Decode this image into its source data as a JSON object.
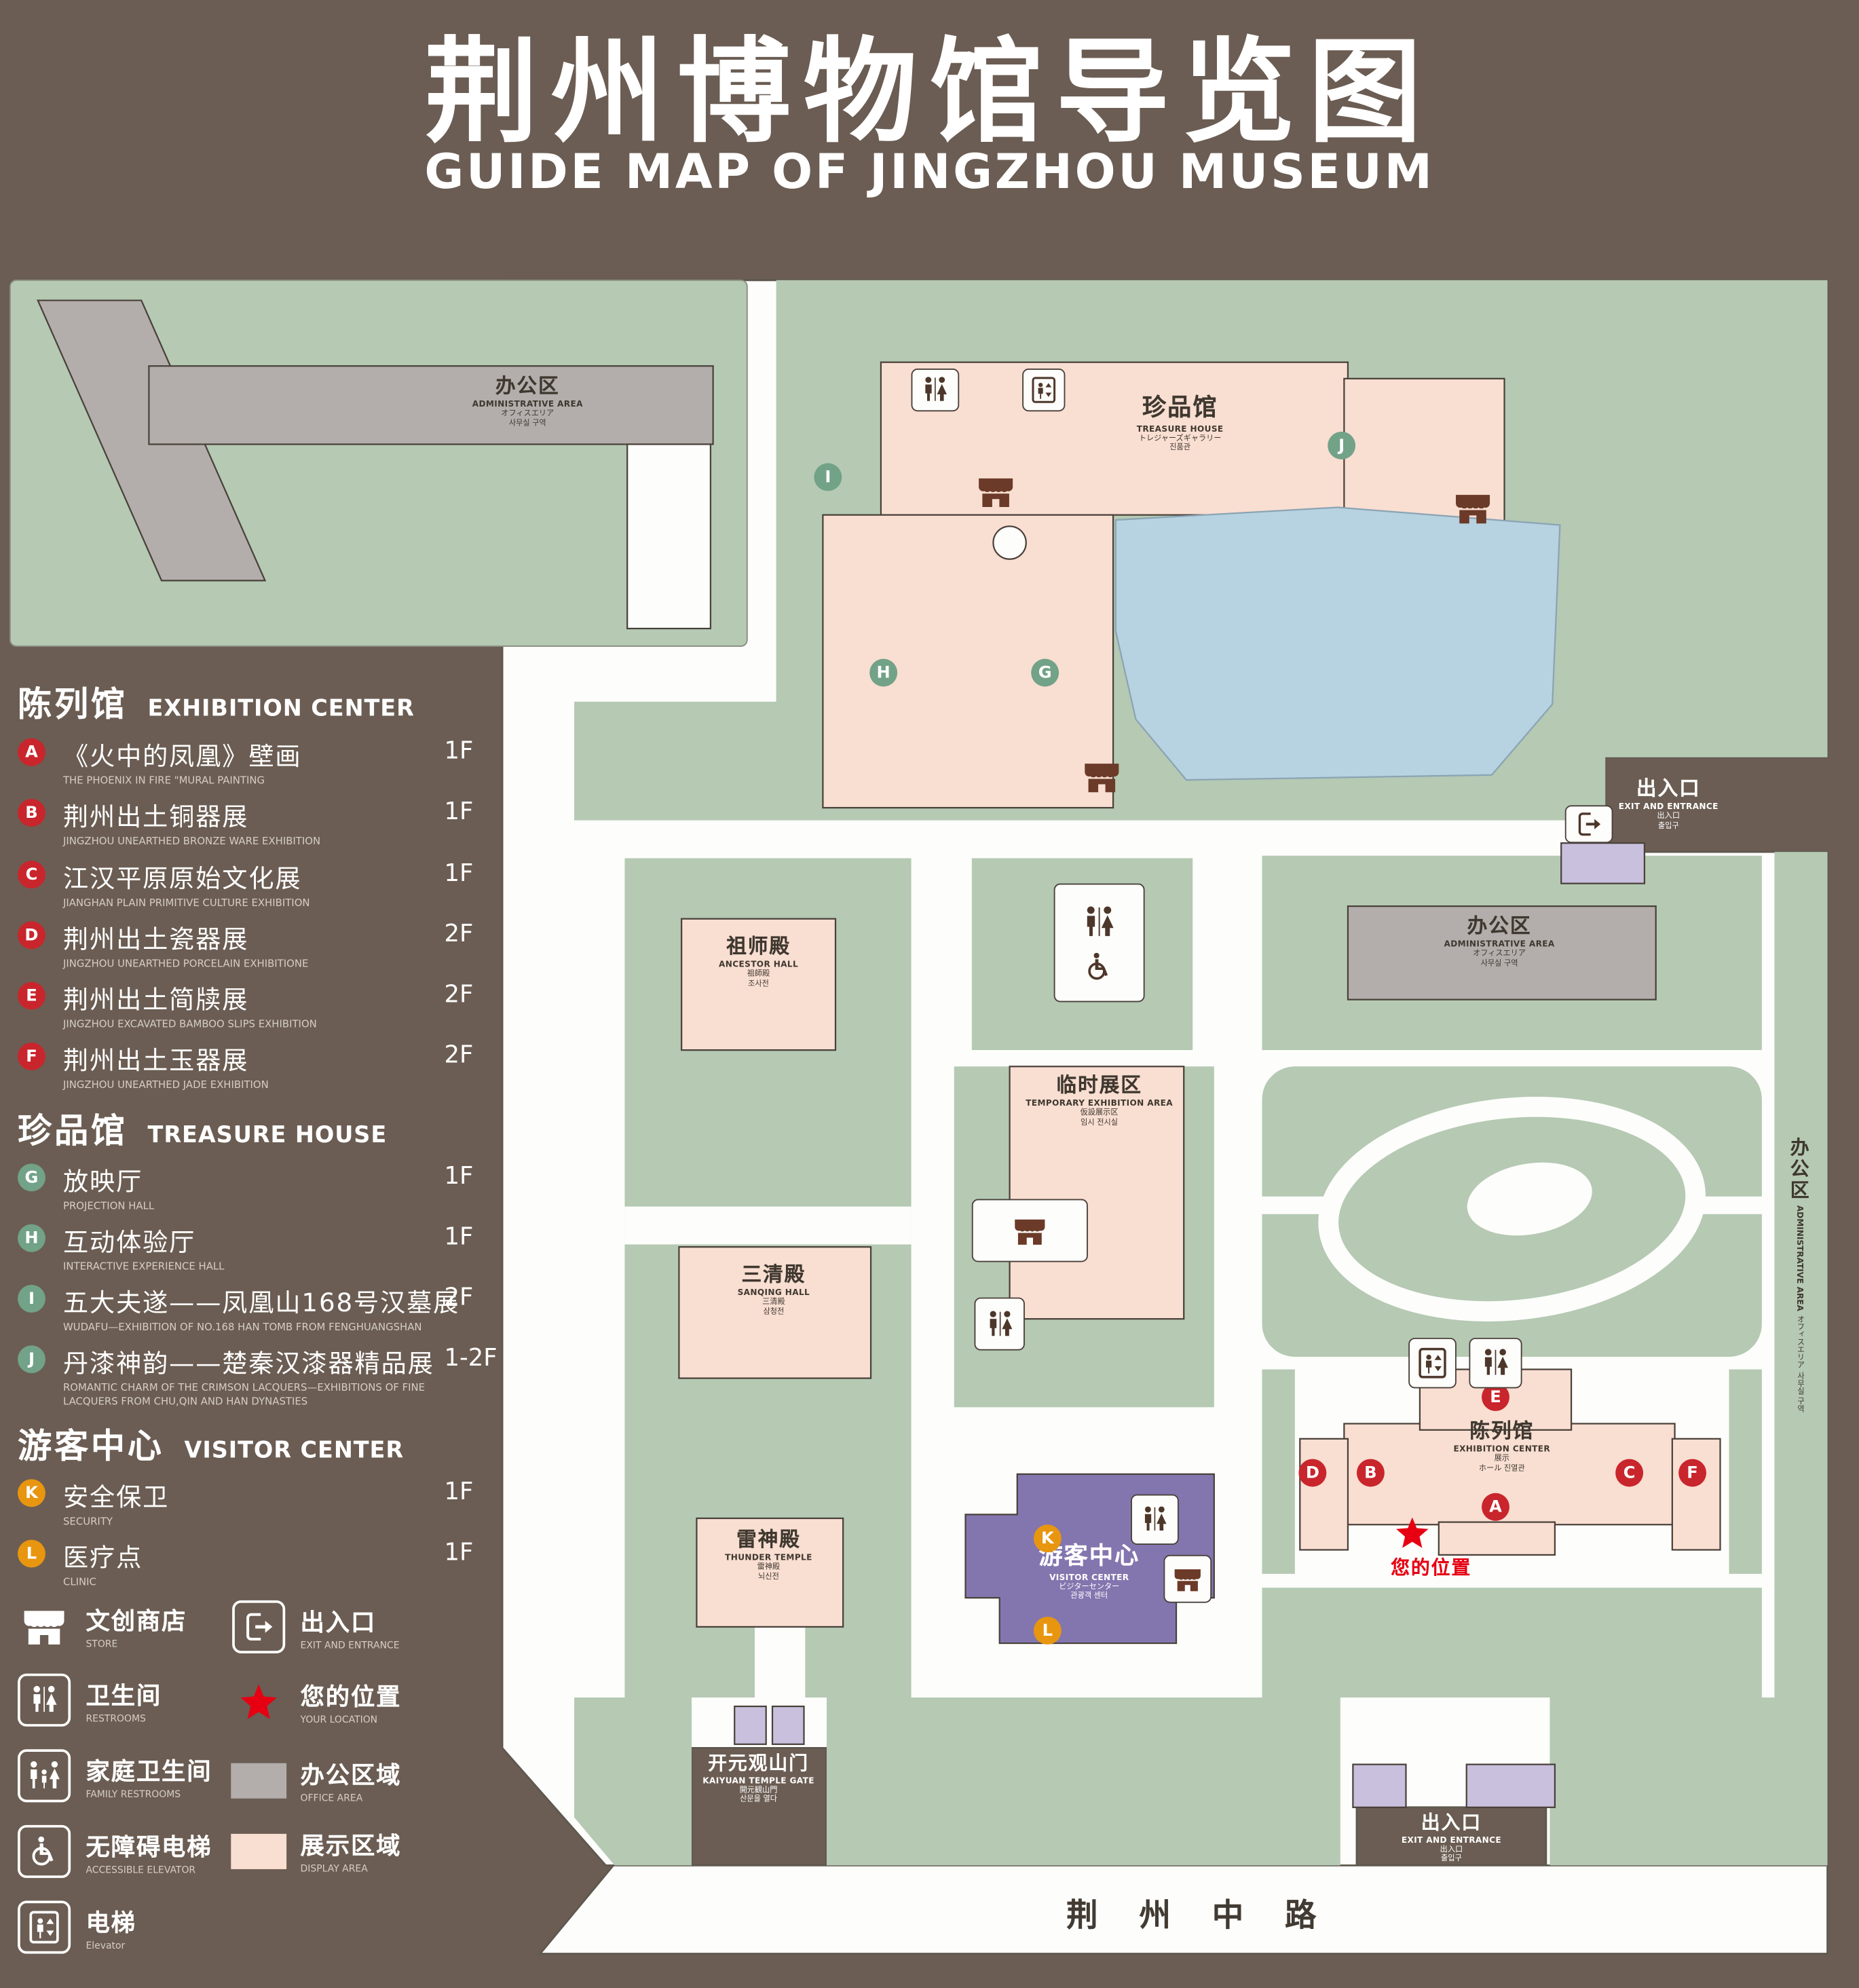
{
  "title": {
    "zh": "荆州博物馆导览图",
    "en": "GUIDE MAP OF JINGZHOU MUSEUM"
  },
  "colors": {
    "background_brown": "#6b5d53",
    "map_green": "#b5c9b3",
    "display_pink": "#f9ded2",
    "office_gray": "#b3aeac",
    "lake_blue": "#b7d2e0",
    "visitor_purple": "#8376af",
    "small_building_lavender": "#c9c0de",
    "badge_red": "#c9252c",
    "badge_green": "#72a287",
    "badge_orange": "#e8960f",
    "location_red": "#e60012"
  },
  "legend": {
    "sections": [
      {
        "zh": "陈列馆",
        "en": "EXHIBITION CENTER"
      },
      {
        "zh": "珍品馆",
        "en": "TREASURE HOUSE"
      },
      {
        "zh": "游客中心",
        "en": "VISITOR CENTER"
      }
    ],
    "items": [
      {
        "letter": "A",
        "zh": "《火中的凤凰》壁画",
        "en": "THE PHOENIX IN FIRE \"MURAL PAINTING",
        "floor": "1F"
      },
      {
        "letter": "B",
        "zh": "荆州出土铜器展",
        "en": "JINGZHOU UNEARTHED BRONZE WARE EXHIBITION",
        "floor": "1F"
      },
      {
        "letter": "C",
        "zh": "江汉平原原始文化展",
        "en": "JIANGHAN PLAIN PRIMITIVE CULTURE EXHIBITION",
        "floor": "1F"
      },
      {
        "letter": "D",
        "zh": "荆州出土瓷器展",
        "en": "JINGZHOU UNEARTHED PORCELAIN EXHIBITIONE",
        "floor": "2F"
      },
      {
        "letter": "E",
        "zh": "荆州出土简牍展",
        "en": "JINGZHOU EXCAVATED BAMBOO SLIPS EXHIBITION",
        "floor": "2F"
      },
      {
        "letter": "F",
        "zh": "荆州出土玉器展",
        "en": "JINGZHOU UNEARTHED JADE EXHIBITION",
        "floor": "2F"
      },
      {
        "letter": "G",
        "zh": "放映厅",
        "en": "PROJECTION HALL",
        "floor": "1F"
      },
      {
        "letter": "H",
        "zh": "互动体验厅",
        "en": "INTERACTIVE EXPERIENCE HALL",
        "floor": "1F"
      },
      {
        "letter": "I",
        "zh": "五大夫遂——凤凰山168号汉墓展",
        "en": "WUDAFU—EXHIBITION OF NO.168 HAN TOMB FROM FENGHUANGSHAN",
        "floor": "2F"
      },
      {
        "letter": "J",
        "zh": "丹漆神韵——楚秦汉漆器精品展",
        "en": "ROMANTIC CHARM OF THE CRIMSON LACQUERS—EXHIBITIONS OF FINE LACQUERS FROM CHU,QIN AND HAN DYNASTIES",
        "floor": "1-2F"
      },
      {
        "letter": "K",
        "zh": "安全保卫",
        "en": "SECURITY",
        "floor": "1F"
      },
      {
        "letter": "L",
        "zh": "医疗点",
        "en": "CLINIC",
        "floor": "1F"
      }
    ],
    "symbols": [
      {
        "zh": "文创商店",
        "en": "STORE"
      },
      {
        "zh": "出入口",
        "en": "EXIT AND ENTRANCE"
      },
      {
        "zh": "卫生间",
        "en": "RESTROOMS"
      },
      {
        "zh": "您的位置",
        "en": "YOUR LOCATION"
      },
      {
        "zh": "家庭卫生间",
        "en": "FAMILY RESTROOMS"
      },
      {
        "zh": "办公区域",
        "en": "OFFICE AREA"
      },
      {
        "zh": "无障碍电梯",
        "en": "ACCESSIBLE ELEVATOR"
      },
      {
        "zh": "展示区域",
        "en": "DISPLAY AREA"
      },
      {
        "zh": "电梯",
        "en": "Elevator"
      }
    ]
  },
  "map": {
    "labels": {
      "admin_tl": {
        "zh": "办公区",
        "en": "ADMINISTRATIVE AREA",
        "ja": "オフィスエリア",
        "ko": "사무실 구역"
      },
      "treasure": {
        "zh": "珍品馆",
        "en": "TREASURE HOUSE",
        "ja": "トレジャーズギャラリー",
        "ko": "진품관"
      },
      "exit_right": {
        "zh": "出入口",
        "en": "EXIT AND ENTRANCE",
        "ja": "出入口",
        "ko": "출입구"
      },
      "ancestor": {
        "zh": "祖师殿",
        "en": "ANCESTOR HALL",
        "ja": "祖師殿",
        "ko": "조사전"
      },
      "temp": {
        "zh": "临时展区",
        "en": "TEMPORARY EXHIBITION AREA",
        "ja": "仮設展示区",
        "ko": "임시 전시실"
      },
      "admin_right": {
        "zh": "办公区",
        "en": "ADMINISTRATIVE AREA",
        "ja": "オフィスエリア",
        "ko": "사무실 구역"
      },
      "sanqing": {
        "zh": "三清殿",
        "en": "SANQING HALL",
        "ja": "三清殿",
        "ko": "삼청전"
      },
      "thunder": {
        "zh": "雷神殿",
        "en": "THUNDER TEMPLE",
        "ja": "雷神殿",
        "ko": "뇌신전"
      },
      "visitor": {
        "zh": "游客中心",
        "en": "VISITOR CENTER",
        "ja": "ビジターセンター",
        "ko": "관광객 센터"
      },
      "exhibition": {
        "zh": "陈列馆",
        "en": "EXHIBITION CENTER",
        "ja": "展示",
        "ko": "ホール 진열관"
      },
      "your_location": {
        "zh": "您的位置"
      },
      "gate": {
        "zh": "开元观山门",
        "en": "KAIYUAN TEMPLE GATE",
        "ja": "開元観山門",
        "ko": "산문을 열다"
      },
      "exit_bottom": {
        "zh": "出入口",
        "en": "EXIT AND ENTRANCE",
        "ja": "出入口",
        "ko": "출입구"
      },
      "admin_strip": {
        "zh": "办公区",
        "en": "ADMINISTRATIVE AREA",
        "ja": "オフィスエリア",
        "ko": "사무실 구역"
      },
      "road": {
        "zh": "荆 州 中 路"
      }
    }
  }
}
